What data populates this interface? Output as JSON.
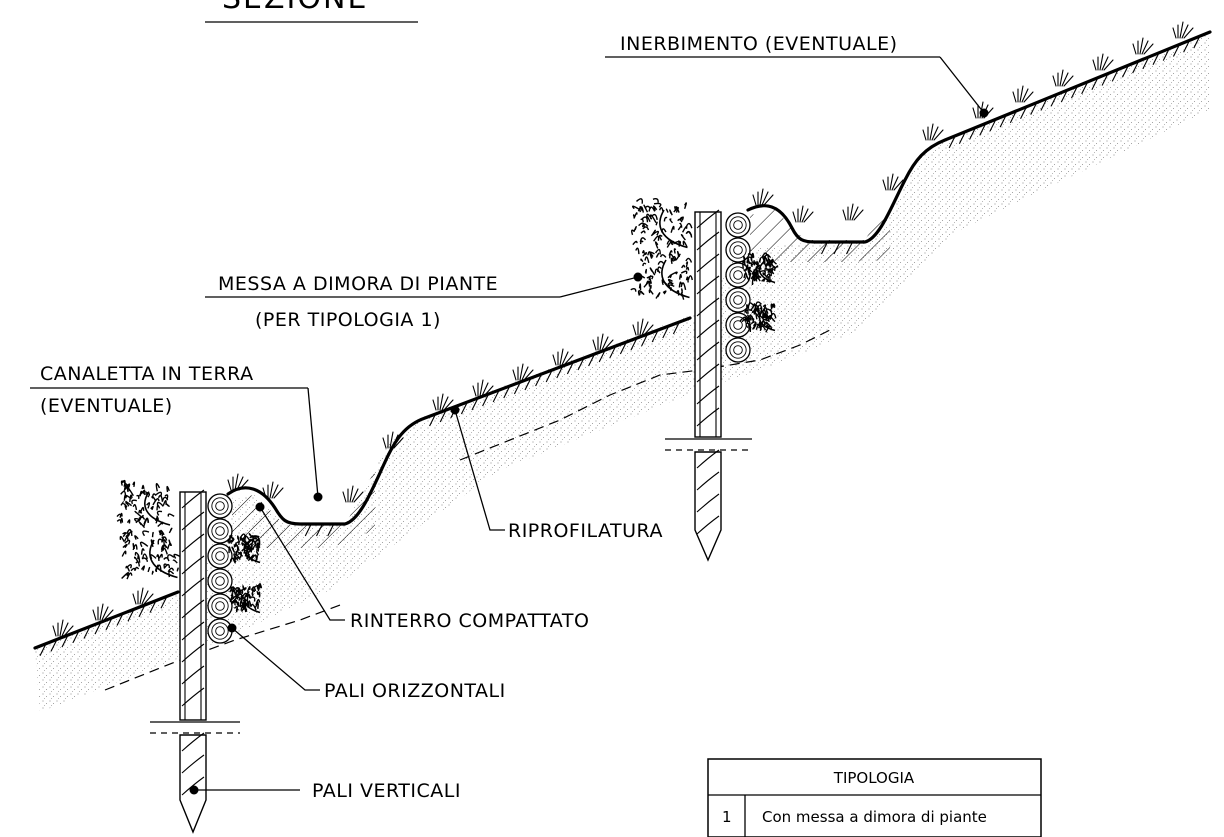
{
  "title": "SEZIONE",
  "labels": {
    "inerbimento": "INERBIMENTO  (EVENTUALE)",
    "messa_line1": "MESSA  A  DIMORA  DI  PIANTE",
    "messa_line2": "(PER  TIPOLOGIA  1)",
    "canaletta_line1": "CANALETTA  IN  TERRA",
    "canaletta_line2": "(EVENTUALE)",
    "riprofilatura": "RIPROFILATURA",
    "rinterro": "RINTERRO   COMPATTATO",
    "pali_orizzontali": "PALI  ORIZZONTALI",
    "pali_verticali": "PALI   VERTICALI"
  },
  "legend_table": {
    "header": "TIPOLOGIA",
    "rows": [
      {
        "code": "1",
        "description": "Con messa a dimora di piante"
      }
    ]
  }
}
